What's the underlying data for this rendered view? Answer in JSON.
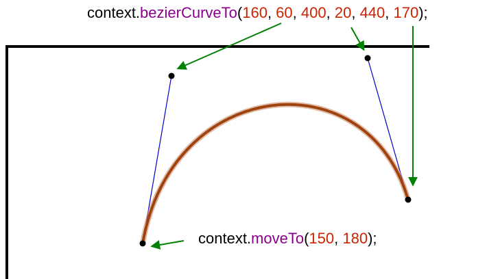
{
  "colors": {
    "default_text": "#000000",
    "method": "#8b008b",
    "number": "#cc2200",
    "arrow": "#008000",
    "control_line": "#0000cc",
    "curve": "#a0420e",
    "curve_glow": "#c98f70",
    "point": "#000000",
    "canvas_border": "#000000"
  },
  "bezier_call": {
    "object": "context.",
    "method": "bezierCurveTo",
    "open": "(",
    "args": [
      "160",
      "60",
      "400",
      "20",
      "440",
      "170"
    ],
    "separator": ", ",
    "close": ");"
  },
  "move_call": {
    "object": "context.",
    "method": "moveTo",
    "open": "(",
    "args": [
      "150",
      "180"
    ],
    "separator": ", ",
    "close": ");"
  }
}
